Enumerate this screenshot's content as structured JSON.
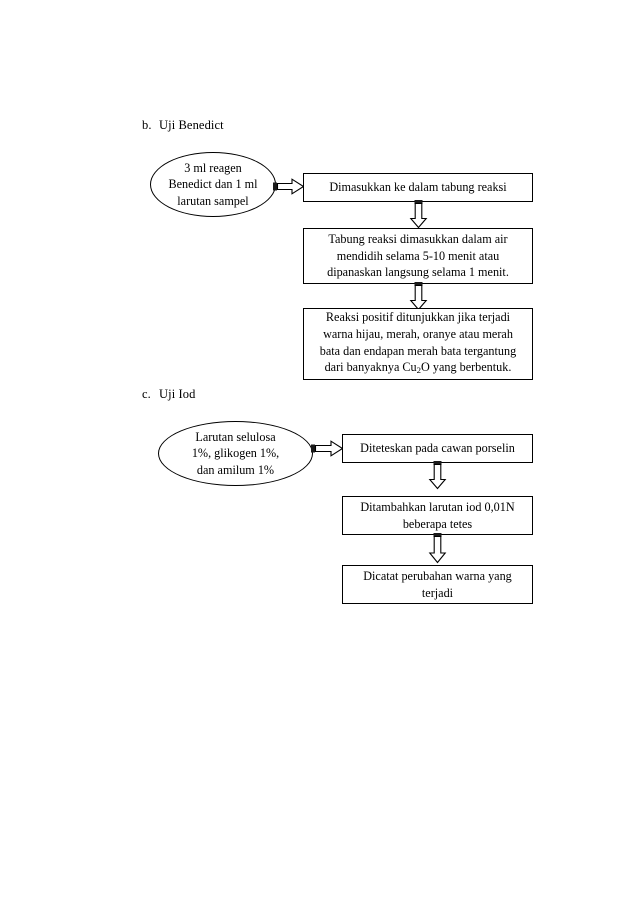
{
  "document": {
    "background_color": "#ffffff",
    "text_color": "#000000",
    "line_color": "#000000"
  },
  "sections": [
    {
      "id": "uji-benedict",
      "marker": "b.",
      "title": "Uji Benedict",
      "start_node": {
        "shape": "ellipse",
        "lines": [
          "3 ml reagen",
          "Benedict dan 1 ml",
          "larutan sampel"
        ]
      },
      "steps": [
        {
          "shape": "rectangle",
          "lines": [
            "Dimasukkan ke dalam tabung reaksi"
          ]
        },
        {
          "shape": "rectangle",
          "lines": [
            "Tabung reaksi dimasukkan dalam air",
            "mendidih selama 5-10 menit atau",
            "dipanaskan langsung selama 1 menit."
          ]
        },
        {
          "shape": "rectangle",
          "lines": [
            "Reaksi positif ditunjukkan jika terjadi",
            "warna hijau, merah, oranye atau merah",
            "bata dan endapan merah bata tergantung",
            "dari banyaknya Cu2O yang berbentuk."
          ],
          "formula_note": "Cu2O rendered with subscript 2"
        }
      ],
      "connectors": [
        {
          "type": "arrow",
          "direction": "right",
          "style": "hollow-block"
        },
        {
          "type": "arrow",
          "direction": "down",
          "style": "hollow-block"
        },
        {
          "type": "arrow",
          "direction": "down",
          "style": "hollow-block"
        }
      ]
    },
    {
      "id": "uji-iod",
      "marker": "c.",
      "title": "Uji Iod",
      "start_node": {
        "shape": "ellipse",
        "lines": [
          "Larutan selulosa",
          "1%, glikogen 1%,",
          "dan amilum 1%"
        ]
      },
      "steps": [
        {
          "shape": "rectangle",
          "lines": [
            "Diteteskan pada cawan porselin"
          ]
        },
        {
          "shape": "rectangle",
          "lines": [
            "Ditambahkan larutan iod 0,01N",
            "beberapa tetes"
          ]
        },
        {
          "shape": "rectangle",
          "lines": [
            "Dicatat perubahan warna yang",
            "terjadi"
          ]
        }
      ],
      "connectors": [
        {
          "type": "arrow",
          "direction": "right",
          "style": "hollow-block"
        },
        {
          "type": "arrow",
          "direction": "down",
          "style": "hollow-block"
        },
        {
          "type": "arrow",
          "direction": "down",
          "style": "hollow-block"
        }
      ]
    }
  ]
}
